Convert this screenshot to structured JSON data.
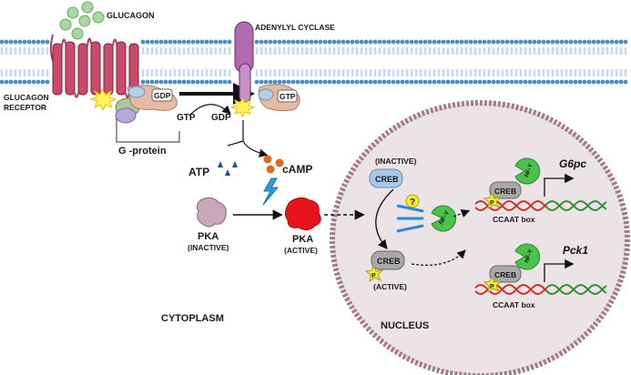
{
  "labels": {
    "glucagon": "GLUCAGON",
    "adenylyl_cyclase": "ADENYLYL CYCLASE",
    "glucagon_receptor_line1": "GLUCAGON",
    "glucagon_receptor_line2": "RECEPTOR",
    "gdp_on_protein": "GDP",
    "gtp_on_protein": "GTP",
    "gtp_exchange": "GTP",
    "gdp_exchange": "GDP",
    "g_protein": "G -protein",
    "atp": "ATP",
    "camp": "cAMP",
    "pka_inactive_name": "PKA",
    "pka_inactive_state": "(INACTIVE)",
    "pka_active_name": "PKA",
    "pka_active_state": "(ACTIVE)",
    "creb_inactive_state": "(INACTIVE)",
    "creb_inactive": "CREB",
    "question": "?",
    "nfy": "NF-Y",
    "creb_active": "CREB",
    "creb_active_state": "(ACTIVE)",
    "phospho": "P",
    "creb_g6pc": "CREB",
    "nfy_g6pc": "NF-Y",
    "phospho_g6pc": "P",
    "ccaat_box_1": "CCAAT box",
    "gene_g6pc": "G6pc",
    "creb_pck1": "CREB",
    "nfy_pck1": "NF-Y",
    "phospho_pck1": "P",
    "ccaat_box_2": "CCAAT box",
    "gene_pck1": "Pck1",
    "cytoplasm": "CYTOPLASM",
    "nucleus": "NUCLEUS"
  },
  "colors": {
    "membrane_head": "#4a8fc9",
    "membrane_tail": "#9ec5e6",
    "glucagon": "#a8d8a0",
    "receptor": "#c94a6a",
    "adenylyl_cyclase": "#b06ab0",
    "pka_inactive": "#c8a8b8",
    "pka_active": "#e8141c",
    "creb": "#a9a9a9",
    "creb_inactive": "#a8c8e8",
    "nfy": "#4cc24c",
    "nucleus_fill": "#ece3e7",
    "nucleus_edge": "#a47a8c",
    "atp": "#1f4e9e",
    "camp": "#e06a1e",
    "dna_red": "#c0392b",
    "dna_green": "#3c8a3c"
  }
}
